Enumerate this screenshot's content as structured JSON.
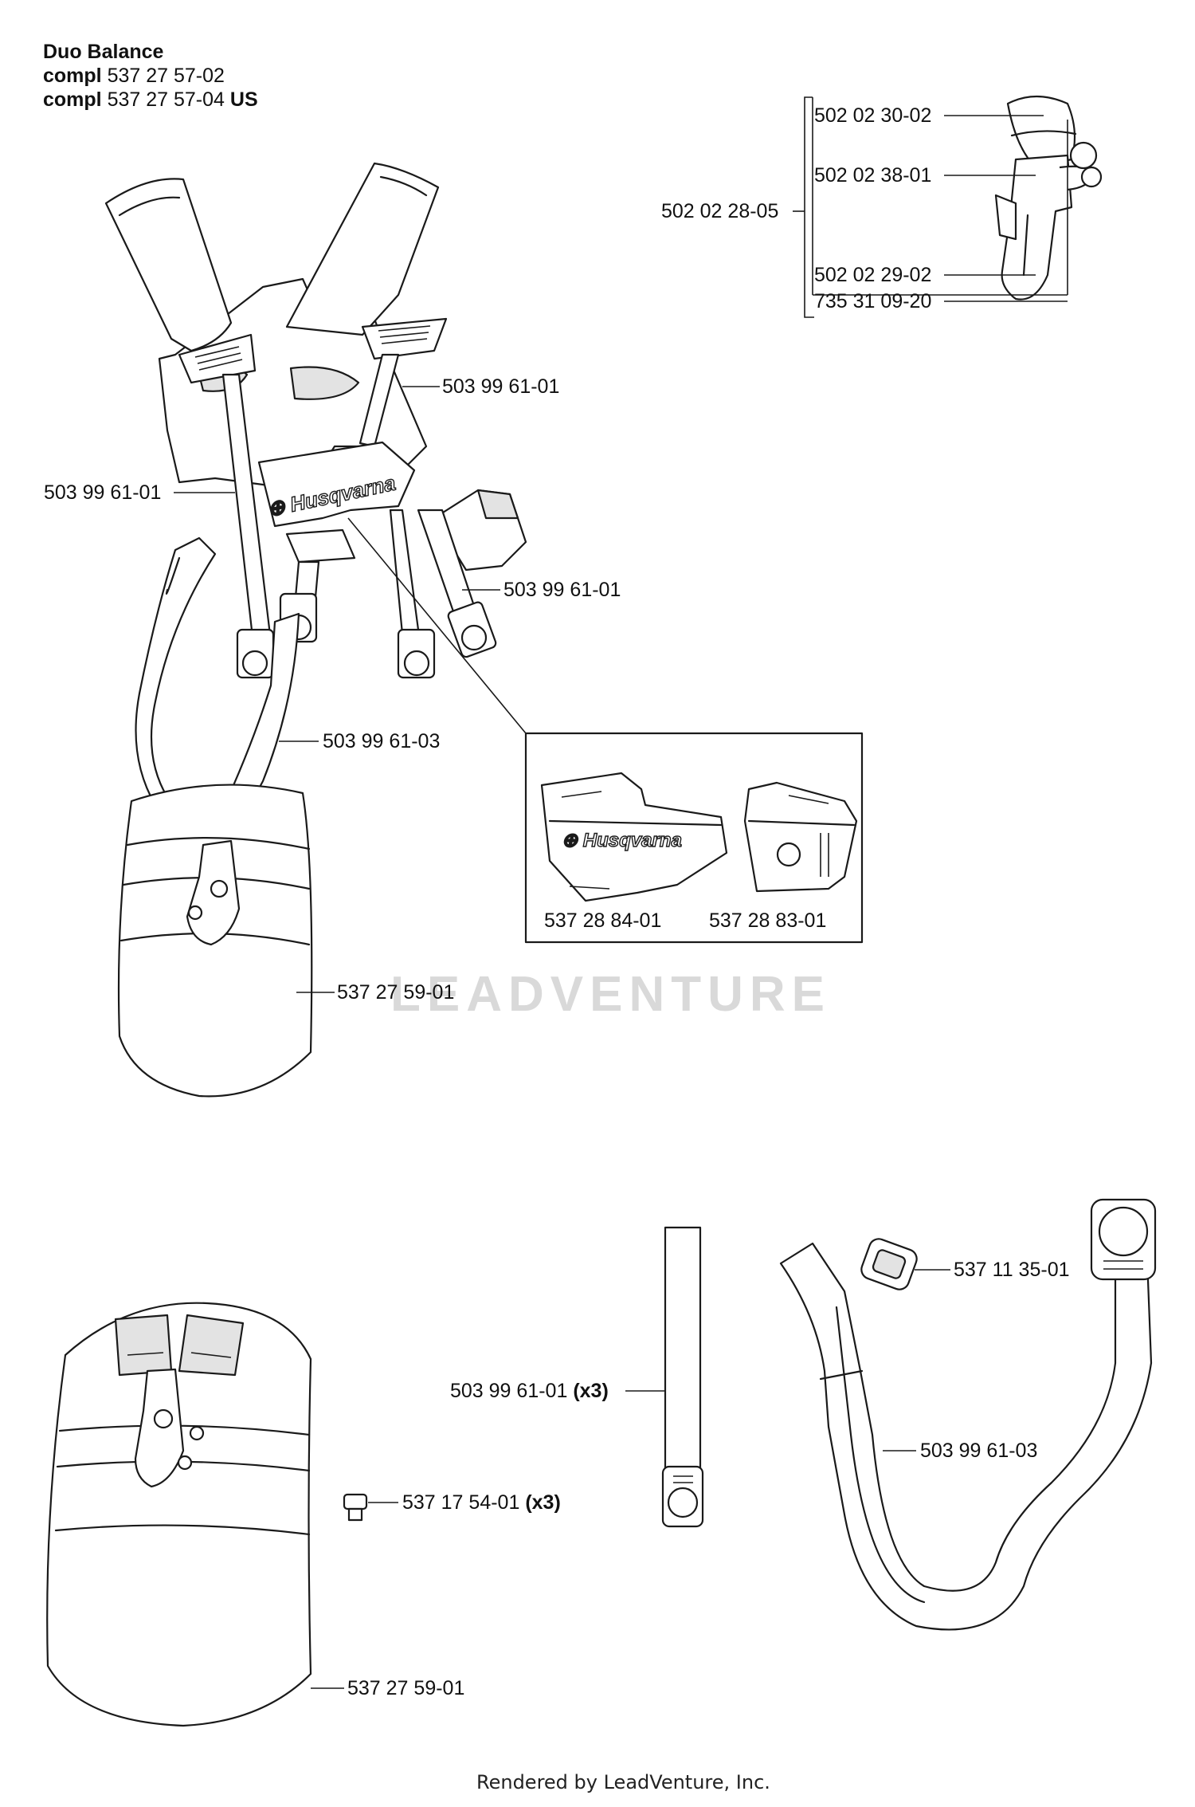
{
  "header": {
    "line1": "Duo Balance",
    "line2_prefix": "compl",
    "line2_number": "537 27 57-02",
    "line3_prefix": "compl",
    "line3_number": "537 27 57-04",
    "line3_suffix": "US"
  },
  "parts": {
    "clip_assembly": "502 02 28-05",
    "clip_hook": "502 02 30-02",
    "clip_spring": "502 02 38-01",
    "clip_body": "502 02 29-02",
    "clip_pin": "735 31 09-20",
    "strap_right": "503 99 61-01",
    "strap_left": "503 99 61-01",
    "strap_side": "503 99 61-01",
    "hip_strap": "503 99 61-03",
    "pad_a": "537 28 84-01",
    "pad_b": "537 28 83-01",
    "hip_pad_top": "537 27 59-01",
    "buckle": "537 11 35-01",
    "strap_loose": "503 99 61-01",
    "strap_loose_qty": "(x3)",
    "hip_strap_loose": "503 99 61-03",
    "screw": "537 17 54-01",
    "screw_qty": "(x3)",
    "hip_pad_bottom": "537 27 59-01"
  },
  "logo_text": "Husqvarna",
  "watermark": "LEADVENTURE",
  "footer": "Rendered by LeadVenture, Inc."
}
